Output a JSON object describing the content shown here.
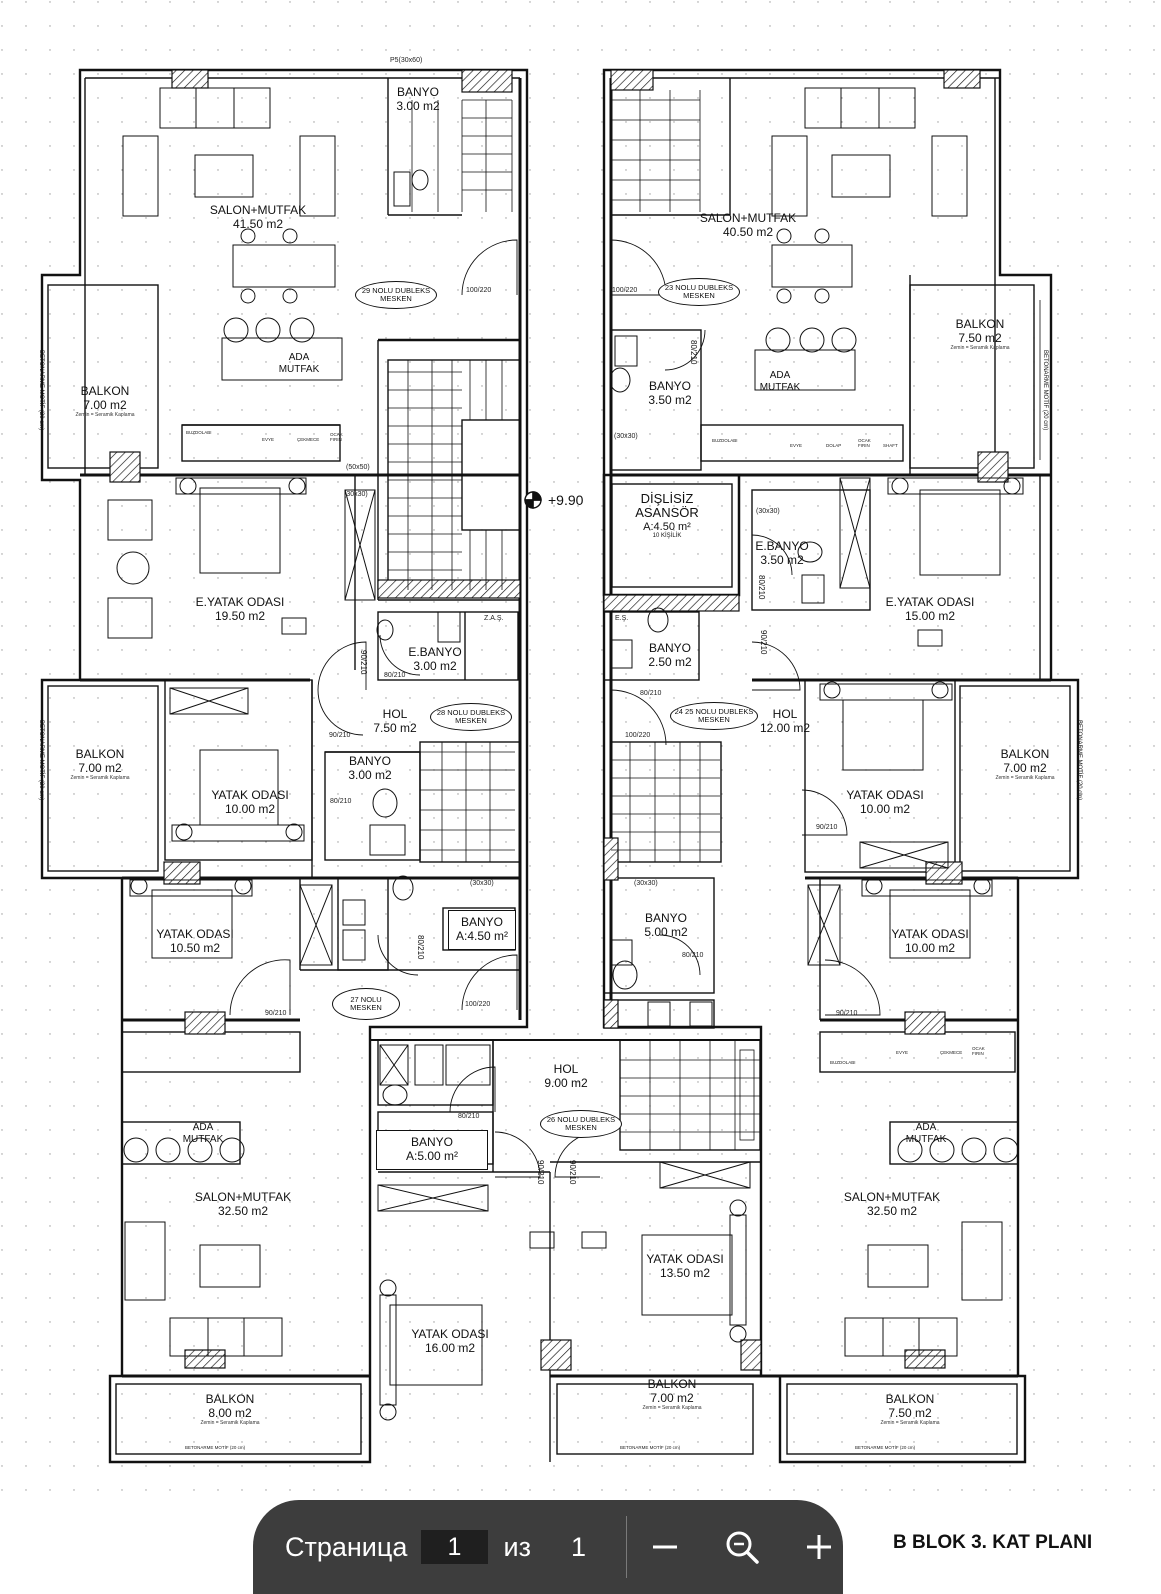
{
  "toolbar": {
    "page_label": "Страница",
    "page_value": "1",
    "of_label": "из",
    "total_pages": "1",
    "zoom_out_icon": "minus-icon",
    "zoom_fit_icon": "magnifier-minus-icon",
    "zoom_in_icon": "plus-icon"
  },
  "title": "B BLOK 3. KAT PLANI",
  "plan": {
    "elevation": "+9.90",
    "rooms": {
      "nw_salon": {
        "name": "SALON+MUTFAK",
        "area": "41.50 m2"
      },
      "nw_banyo": {
        "name": "BANYO",
        "area": "3.00 m2"
      },
      "nw_ada": {
        "name": "ADA",
        "sub": "MUTFAK"
      },
      "nw_balkon": {
        "name": "BALKON",
        "area": "7.00 m2",
        "note": "Zemin = Seramik Kaplama"
      },
      "nw_eyatak": {
        "name": "E.YATAK ODASI",
        "area": "19.50 m2"
      },
      "nw_ebanyo": {
        "name": "E.BANYO",
        "area": "3.00 m2"
      },
      "w_hol": {
        "name": "HOL",
        "area": "7.50 m2"
      },
      "w_banyo": {
        "name": "BANYO",
        "area": "3.00 m2"
      },
      "w_yatak": {
        "name": "YATAK ODASI",
        "area": "10.00 m2"
      },
      "w_balkon": {
        "name": "BALKON",
        "area": "7.00 m2",
        "note": "Zemin = Seramik Kaplama"
      },
      "sw_yatak": {
        "name": "YATAK ODASI",
        "area": "10.50 m2"
      },
      "sw_banyo": {
        "name": "BANYO",
        "area": "A:4.50 m²"
      },
      "sw_ada": {
        "name": "ADA",
        "sub": "MUTFAK"
      },
      "sw_salon": {
        "name": "SALON+MUTFAK",
        "area": "32.50 m2"
      },
      "sw_balkon": {
        "name": "BALKON",
        "area": "8.00 m2",
        "note": "Zemin = Seramik Kaplama"
      },
      "ne_salon": {
        "name": "SALON+MUTFAK",
        "area": "40.50 m2"
      },
      "ne_balkon": {
        "name": "BALKON",
        "area": "7.50 m2",
        "note": "Zemin = Seramik Kaplama"
      },
      "ne_banyo": {
        "name": "BANYO",
        "area": "3.50 m2"
      },
      "ne_ada": {
        "name": "ADA",
        "sub": "MUTFAK"
      },
      "elevator": {
        "name": "DİŞLİSİZ",
        "name2": "ASANSÖR",
        "area": "A:4.50 m²",
        "cap": "10 KİŞİLİK"
      },
      "ne_ebanyo": {
        "name": "E.BANYO",
        "area": "3.50 m2"
      },
      "ne_eyatak": {
        "name": "E.YATAK ODASI",
        "area": "15.00 m2"
      },
      "c_banyo": {
        "name": "BANYO",
        "area": "2.50 m2"
      },
      "e_hol": {
        "name": "HOL",
        "area": "12.00 m2"
      },
      "e_yatak": {
        "name": "YATAK ODASI",
        "area": "10.00 m2"
      },
      "e_balkon": {
        "name": "BALKON",
        "area": "7.00 m2",
        "note": "Zemin = Seramik Kaplama"
      },
      "c_banyo2": {
        "name": "BANYO",
        "area": "5.00 m2"
      },
      "se_yatak": {
        "name": "YATAK ODASI",
        "area": "10.00 m2"
      },
      "c_hol": {
        "name": "HOL",
        "area": "9.00 m2"
      },
      "c_banyo3": {
        "name": "BANYO",
        "area": "A:5.00 m²"
      },
      "c_yatak1": {
        "name": "YATAK ODASI",
        "area": "16.00 m2"
      },
      "c_yatak2": {
        "name": "YATAK ODASI",
        "area": "13.50 m2"
      },
      "se_ada": {
        "name": "ADA",
        "sub": "MUTFAK"
      },
      "se_salon": {
        "name": "SALON+MUTFAK",
        "area": "32.50 m2"
      },
      "s_balkon1": {
        "name": "BALKON",
        "area": "7.00 m2",
        "note": "Zemin = Seramik Kaplama"
      },
      "s_balkon2": {
        "name": "BALKON",
        "area": "7.50 m2",
        "note": "Zemin = Seramik Kaplama"
      }
    },
    "units": {
      "u29": {
        "l1": "29 NOLU DUBLEKS",
        "l2": "MESKEN"
      },
      "u23": {
        "l1": "23 NOLU DUBLEKS",
        "l2": "MESKEN"
      },
      "u28": {
        "l1": "28 NOLU DUBLEKS",
        "l2": "MESKEN"
      },
      "u25": {
        "l1": "24 25 NOLU DUBLEKS",
        "l2": "MESKEN"
      },
      "u27": {
        "l1": "27 NOLU",
        "l2": "MESKEN"
      },
      "u26": {
        "l1": "26 NOLU DUBLEKS",
        "l2": "MESKEN"
      }
    },
    "doors": {
      "d100_220": "100/220",
      "d90_210": "90/210",
      "d80_210": "80/210"
    },
    "small": {
      "p5": "P5(30x60)",
      "s30": "(30x30)",
      "s50": "(50x50)",
      "zas": "Z.A.Ş.",
      "es": "E.Ş.",
      "beton": "BETONARME MOTİF (20 cm)",
      "buzdolabi": "BUZDOLABI",
      "cekmece": "ÇEKMECE",
      "ocak": "OCAK FIRIN",
      "evye": "EVYE",
      "dolap": "DOLAP",
      "shaft": "SHAFT"
    }
  }
}
